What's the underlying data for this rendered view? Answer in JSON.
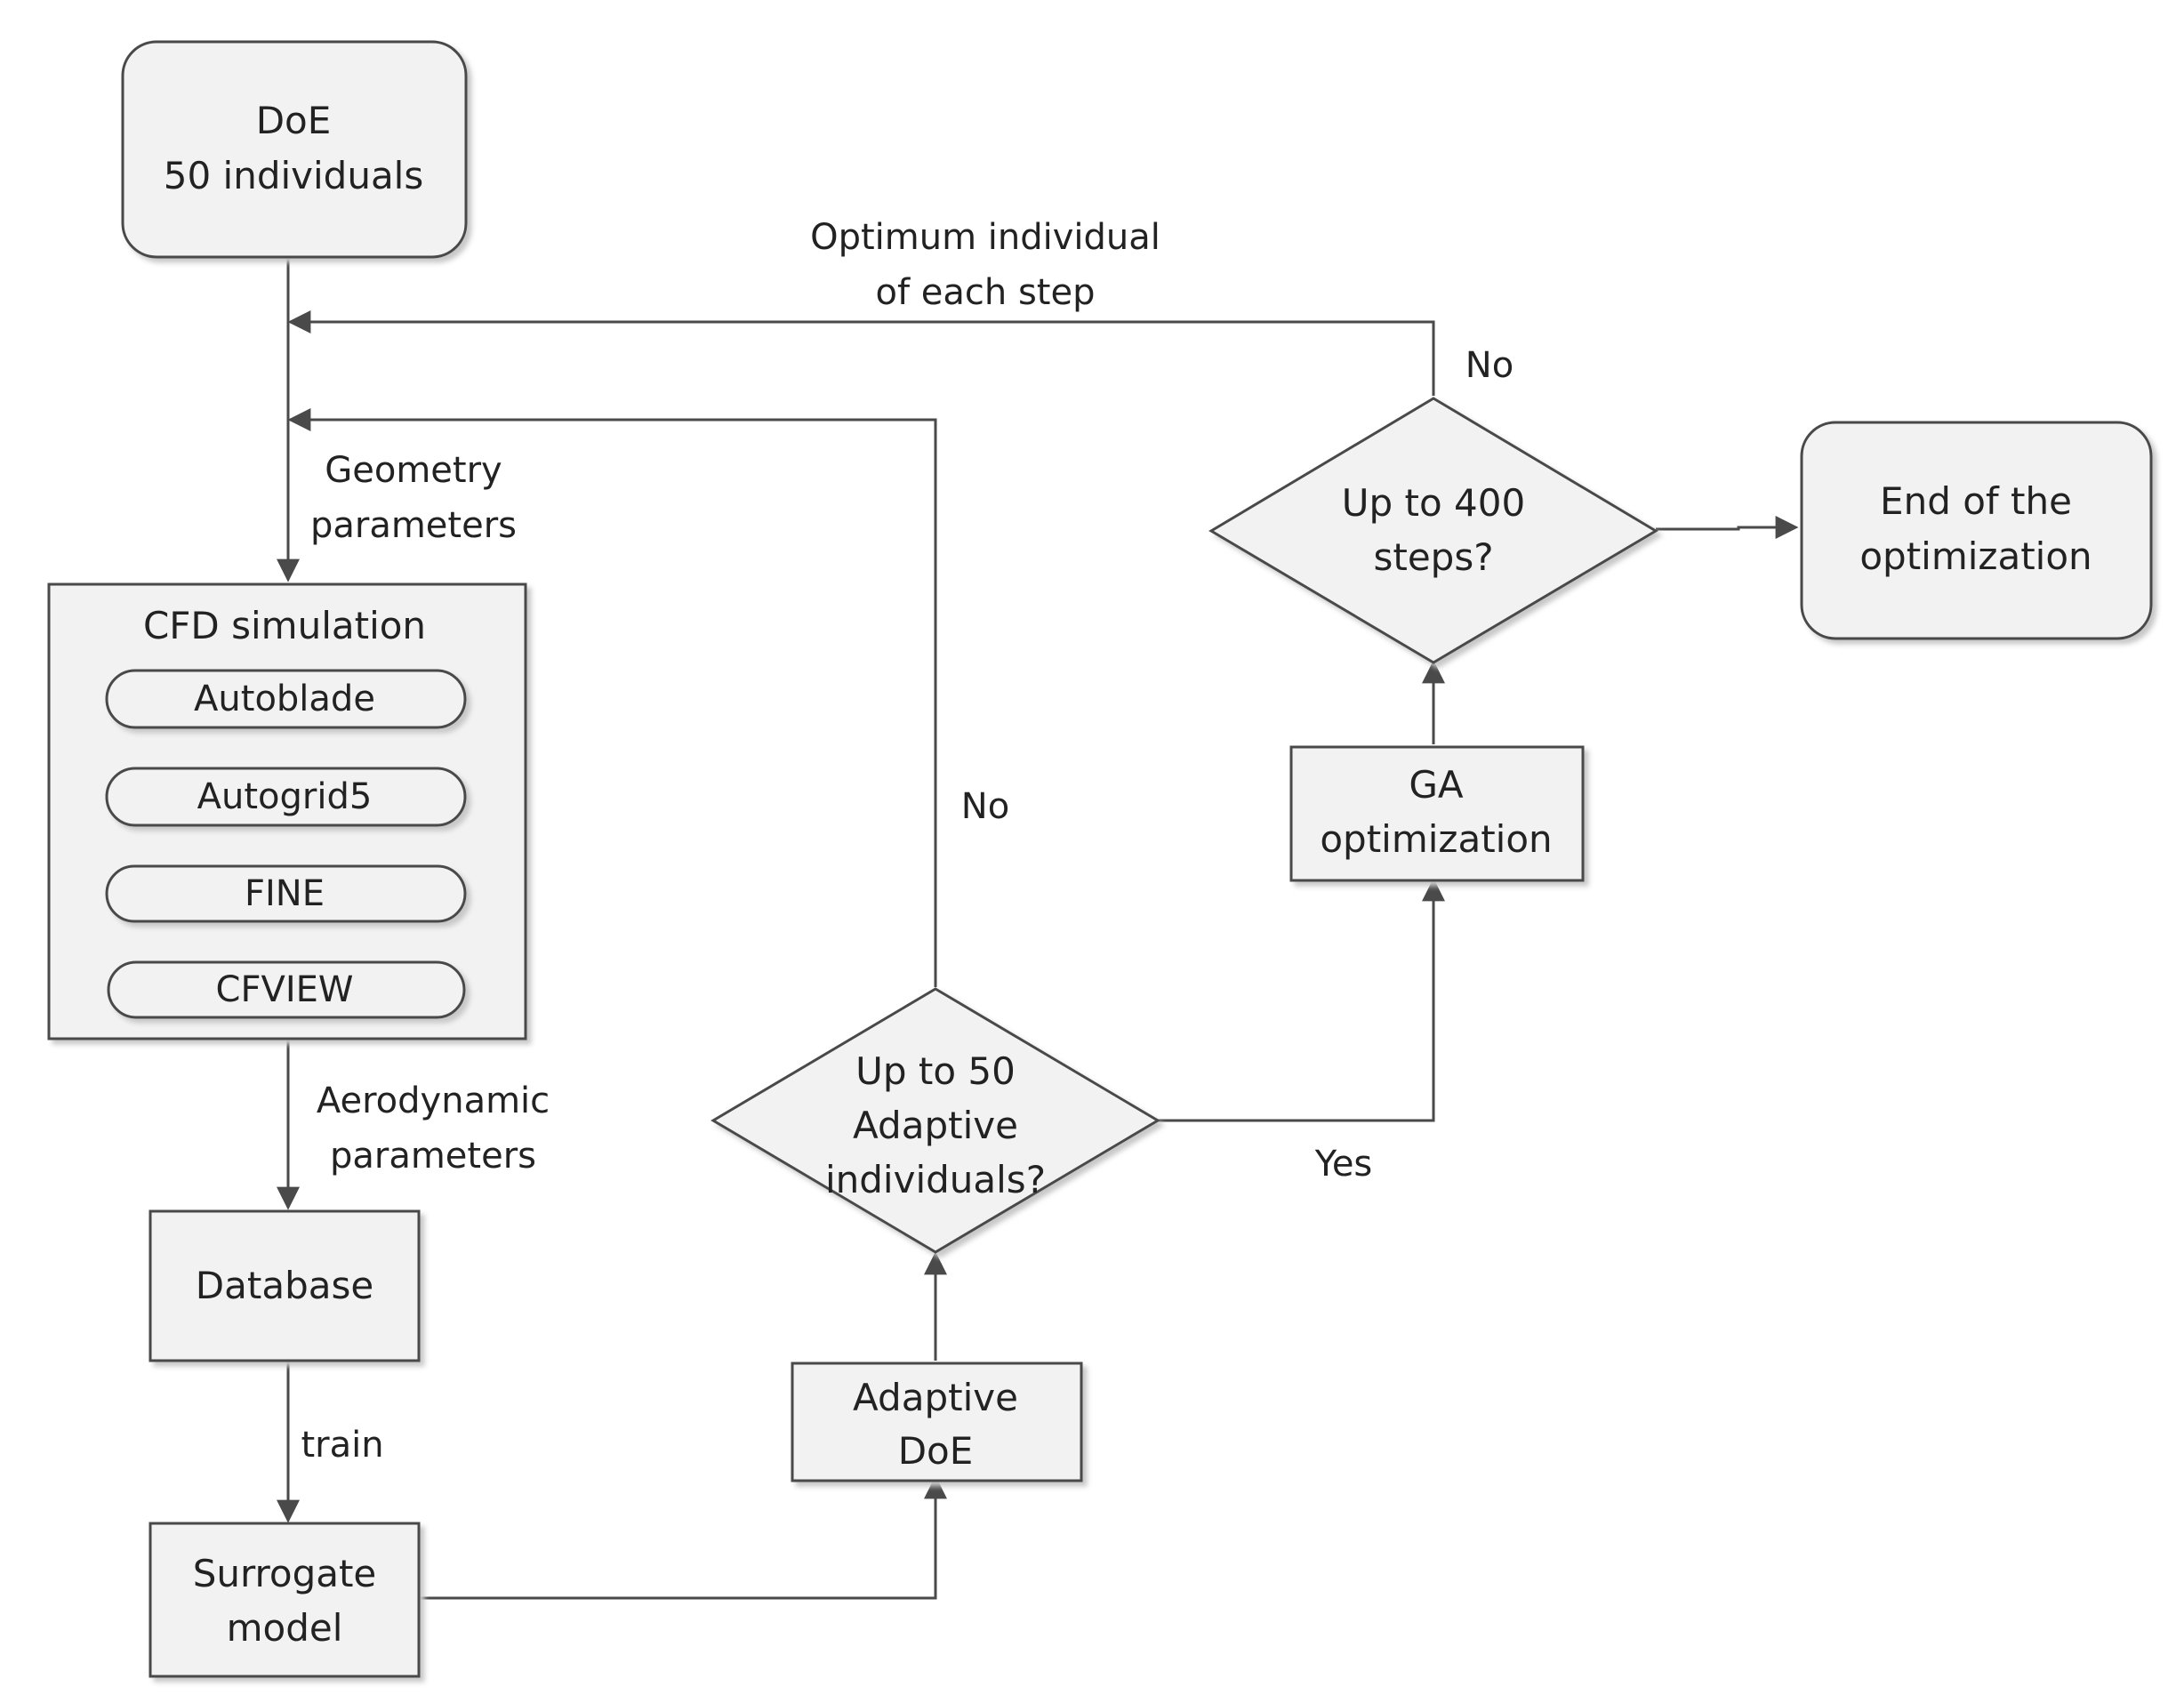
{
  "nodes": {
    "doe": [
      "DoE",
      "50 individuals"
    ],
    "cfd_title": "CFD simulation",
    "autoblade": "Autoblade",
    "autogrid": "Autogrid5",
    "fine": "FINE",
    "cfview": "CFVIEW",
    "database": "Database",
    "surrogate": [
      "Surrogate",
      "model"
    ],
    "adaptive_doe": [
      "Adaptive",
      "DoE"
    ],
    "decision_50": [
      "Up to 50",
      "Adaptive",
      "individuals?"
    ],
    "ga": [
      "GA",
      "optimization"
    ],
    "decision_400": [
      "Up to 400",
      "steps?"
    ],
    "end": [
      "End of the",
      "optimization"
    ]
  },
  "edge_labels": {
    "optimum": [
      "Optimum individual",
      "of each step"
    ],
    "no_top": "No",
    "geometry": [
      "Geometry",
      "parameters"
    ],
    "no_mid": "No",
    "aero": [
      "Aerodynamic",
      "parameters"
    ],
    "train": "train",
    "yes": "Yes"
  },
  "colors": {
    "stroke": "#4a4a4a",
    "fill": "#f2f2f2",
    "text": "#222222",
    "shadow": "#c8c8c8"
  }
}
